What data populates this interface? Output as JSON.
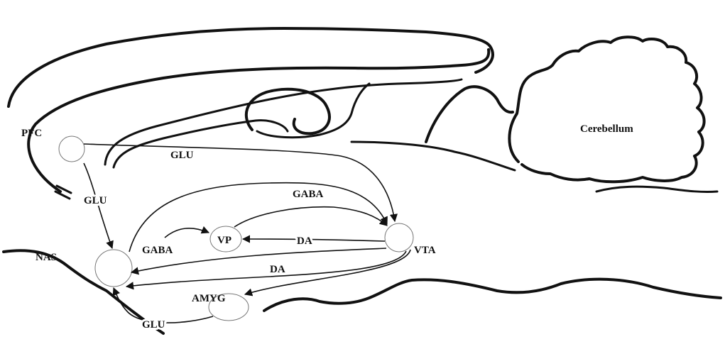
{
  "regions": {
    "pfc": "PFC",
    "nas": "NAS",
    "vp": "VP",
    "vta": "VTA",
    "amyg": "AMYG",
    "cerebellum": "Cerebellum"
  },
  "pathways": {
    "glu_pfc_vta": "GLU",
    "glu_pfc_nas": "GLU",
    "gaba_nas_vta": "GABA",
    "gaba_nas_vp": "GABA",
    "da_vta_vp": "DA",
    "da_vta_nas": "DA",
    "glu_amyg_nas": "GLU"
  }
}
